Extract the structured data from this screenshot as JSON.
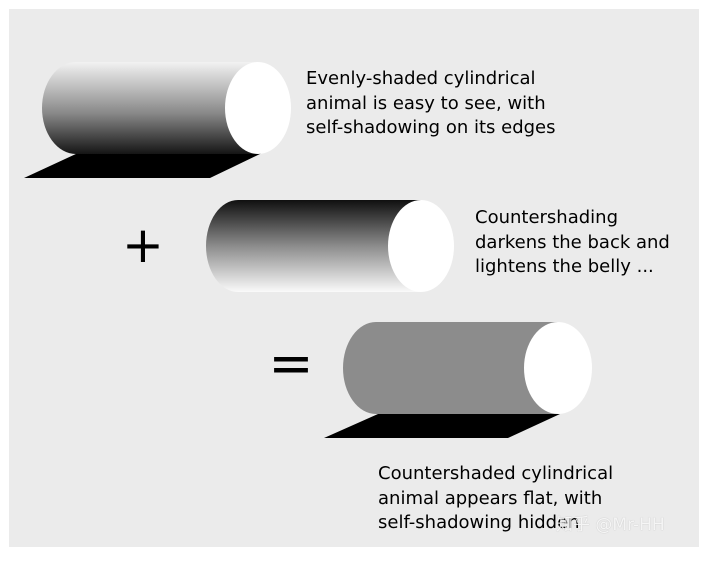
{
  "captions": {
    "top": "Evenly-shaded cylindrical\nanimal is easy to see, with\nself-shadowing on its edges",
    "middle": "Countershading\ndarkens the back and\nlightens the belly ...",
    "bottom": "Countershaded cylindrical\nanimal appears flat, with\nself-shadowing hidden"
  },
  "symbols": {
    "plus": "+",
    "equals": "="
  },
  "watermark": "知乎 @Mr-HH",
  "colors": {
    "background": "#ebebeb",
    "shadow": "#000000",
    "cap": "#ffffff",
    "flat_body": "#8c8c8c"
  }
}
